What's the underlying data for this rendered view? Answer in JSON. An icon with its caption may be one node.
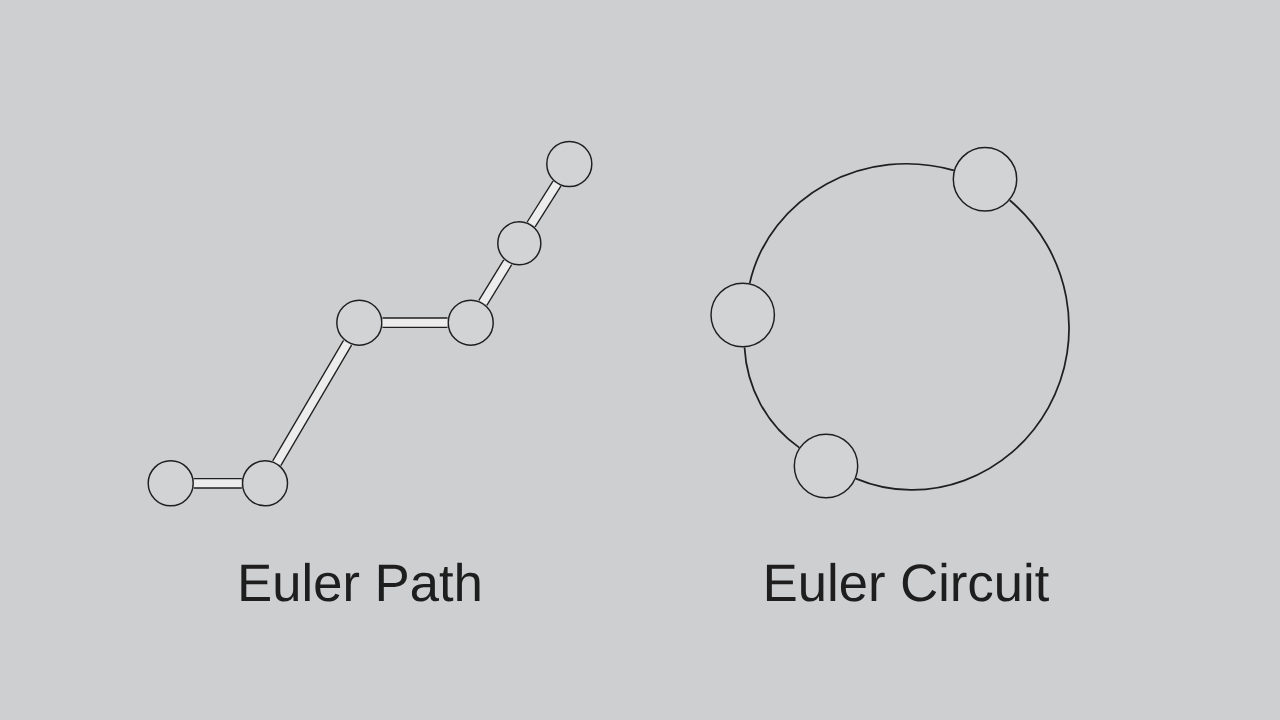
{
  "diagram": {
    "nodes": [
      {
        "text": [],
        "shape": "circle"
      },
      {
        "text": [],
        "shape": "circle"
      },
      {
        "text": [],
        "shape": "circle"
      },
      {
        "text": [],
        "shape": "circle"
      },
      {
        "text": [],
        "shape": "circle"
      },
      {
        "text": [],
        "shape": "circle"
      },
      {
        "text": [],
        "shape": "circle"
      },
      {
        "text": [],
        "shape": "circle"
      },
      {
        "text": [],
        "shape": "circle"
      }
    ],
    "edges": [
      {
        "from": 0,
        "to": 1,
        "arrow": "none"
      },
      {
        "from": 1,
        "to": 2,
        "arrow": "none"
      },
      {
        "from": 2,
        "to": 3,
        "arrow": "none"
      },
      {
        "from": 3,
        "to": 4,
        "arrow": "none"
      },
      {
        "from": 4,
        "to": 5,
        "arrow": "none"
      },
      {
        "from": 6,
        "to": 7,
        "arrow": "none"
      },
      {
        "from": 7,
        "to": 8,
        "arrow": "none"
      },
      {
        "from": 8,
        "to": 6,
        "arrow": "none"
      }
    ],
    "labels": [
      "Euler Path",
      "Euler Circuit"
    ]
  }
}
